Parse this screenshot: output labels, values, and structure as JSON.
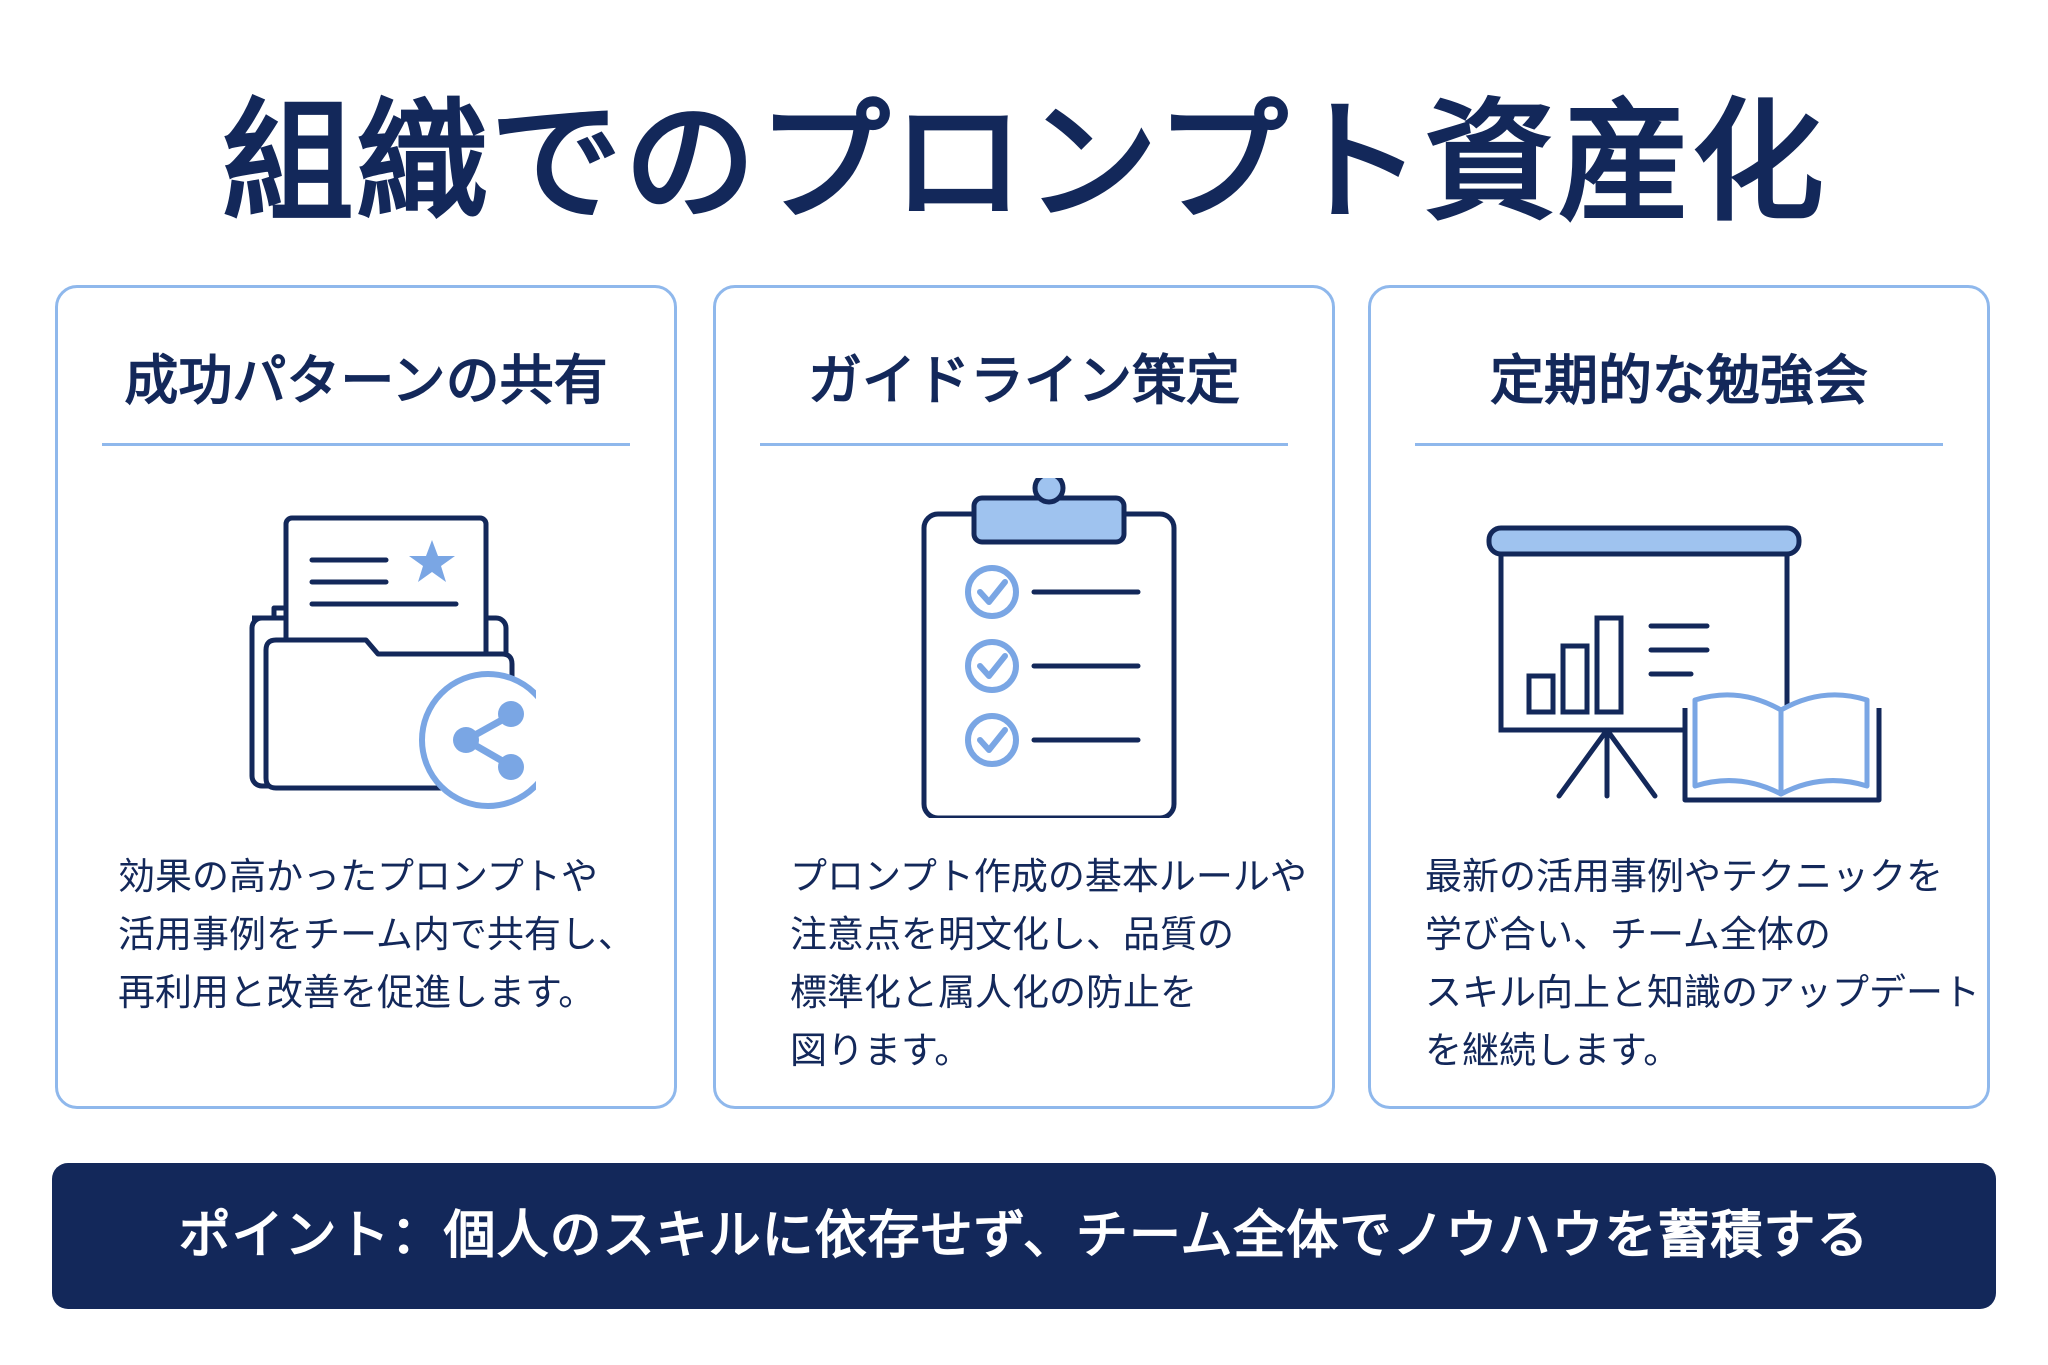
{
  "title": "組織でのプロンプト資産化",
  "colors": {
    "navy": "#13285a",
    "accent_blue": "#8fb8ec",
    "light_blue_fill": "#9fc3ef",
    "background": "#ffffff"
  },
  "cards": [
    {
      "heading": "成功パターンの共有",
      "icon": "folder-share-icon",
      "lines": [
        "効果の高かったプロンプトや",
        "活用事例をチーム内で共有し、",
        "再利用と改善を促進します。"
      ]
    },
    {
      "heading": "ガイドライン策定",
      "icon": "clipboard-checklist-icon",
      "lines": [
        "プロンプト作成の基本ルールや",
        "注意点を明文化し、品質の",
        "標準化と属人化の防止を",
        "図ります。"
      ]
    },
    {
      "heading": "定期的な勉強会",
      "icon": "presentation-book-icon",
      "lines": [
        "最新の活用事例やテクニックを",
        "学び合い、チーム全体の",
        "スキル向上と知識のアップデート",
        "を継続します。"
      ]
    }
  ],
  "banner": {
    "text": "ポイント：個人のスキルに依存せず、チーム全体でノウハウを蓄積する"
  }
}
